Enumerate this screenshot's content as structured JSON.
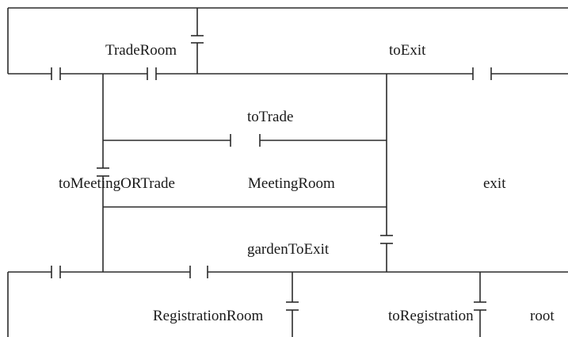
{
  "diagram": {
    "labels": {
      "trade_room": "TradeRoom",
      "to_exit": "toExit",
      "to_trade": "toTrade",
      "to_meeting_or_trade": "toMeetingORTrade",
      "meeting_room": "MeetingRoom",
      "exit": "exit",
      "garden_to_exit": "gardenToExit",
      "registration_room": "RegistrationRoom",
      "to_registration": "toRegistration",
      "root": "root"
    }
  }
}
